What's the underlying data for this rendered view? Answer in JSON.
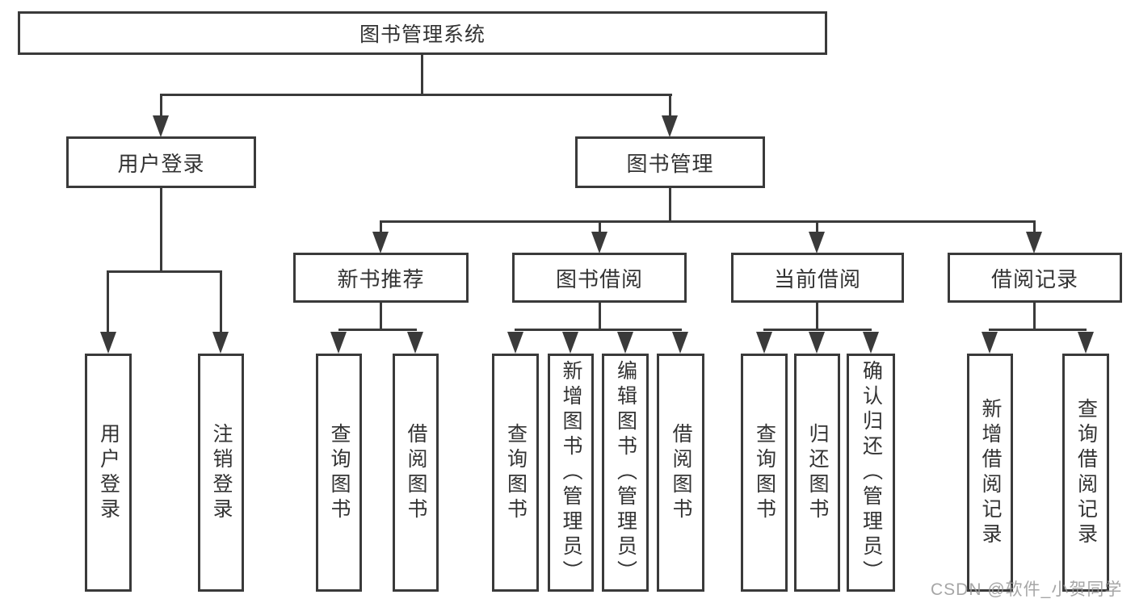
{
  "diagram": {
    "title": "图书管理系统",
    "branches": [
      {
        "label": "用户登录",
        "children": [
          {
            "label": "用户登录"
          },
          {
            "label": "注销登录"
          }
        ]
      },
      {
        "label": "图书管理",
        "children": [
          {
            "label": "新书推荐",
            "children": [
              {
                "label": "查询图书"
              },
              {
                "label": "借阅图书"
              }
            ]
          },
          {
            "label": "图书借阅",
            "children": [
              {
                "label": "查询图书"
              },
              {
                "label": "新增图书（管理员）"
              },
              {
                "label": "编辑图书（管理员）"
              },
              {
                "label": "借阅图书"
              }
            ]
          },
          {
            "label": "当前借阅",
            "children": [
              {
                "label": "查询图书"
              },
              {
                "label": "归还图书"
              },
              {
                "label": "确认归还（管理员）"
              }
            ]
          },
          {
            "label": "借阅记录",
            "children": [
              {
                "label": "新增借阅记录"
              },
              {
                "label": "查询借阅记录"
              }
            ]
          }
        ]
      }
    ]
  },
  "watermark": {
    "text": "CSDN @软件_小贺同学"
  },
  "colors": {
    "line": "#3a3a3a",
    "text": "#333333",
    "background": "#ffffff",
    "watermark": "#969696"
  }
}
